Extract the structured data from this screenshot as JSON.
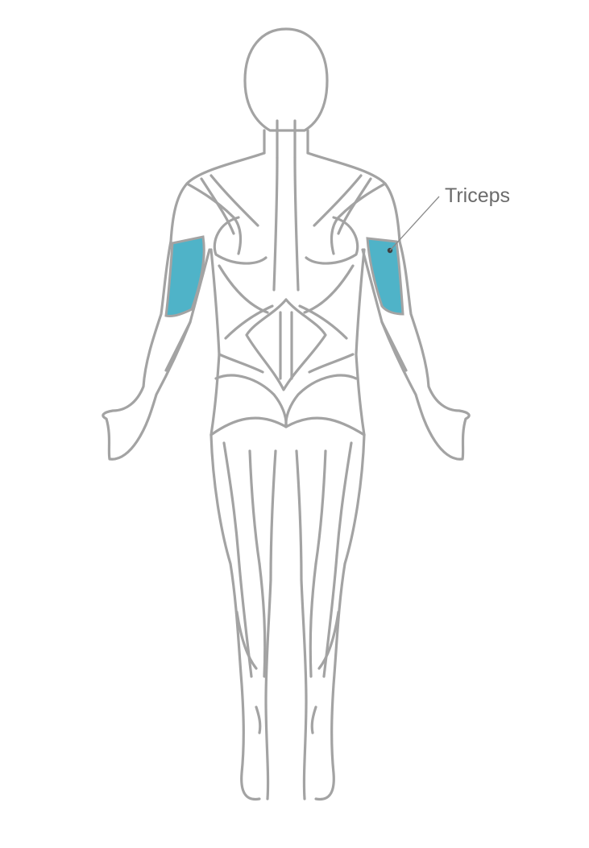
{
  "label": {
    "text": "Triceps"
  },
  "colors": {
    "highlight": "#4fb3c8",
    "outline": "#a3a3a3",
    "leader": "#8a8a8a",
    "label_text": "#6b6b6b"
  },
  "figure": {
    "view": "posterior",
    "highlighted_muscle": "triceps",
    "highlighted_sides": [
      "left",
      "right"
    ]
  }
}
